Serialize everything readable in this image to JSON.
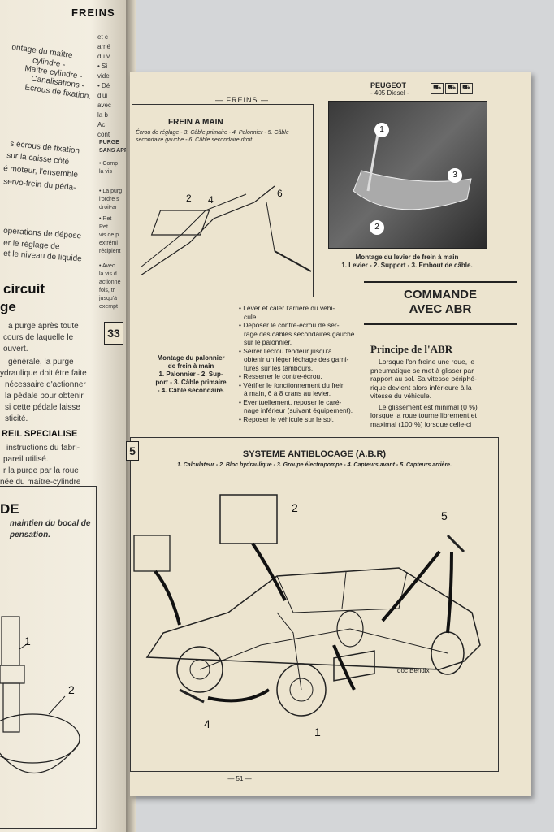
{
  "left_page": {
    "header": "FREINS",
    "lines_top": [
      "ontage du maître",
      "cylindre -",
      "Maître cylindre -",
      "Canalisations -",
      "Ecrous de fixation."
    ],
    "col2_fragments": [
      "et c",
      "arrié",
      "du v",
      "• Si",
      "vide",
      "• Dé",
      "d'ui",
      "avec",
      "la b",
      "Ac",
      "cont"
    ],
    "lines_mid": [
      "s écrous de fixation",
      "sur la caisse côté",
      "é moteur, l'ensemble",
      "servo-frein du péda-",
      "",
      "opérations de dépose",
      "er le réglage de",
      "et le niveau de liquide"
    ],
    "col2_mid": [
      "PURGE",
      "SANS APP",
      "• Comp",
      "la vis",
      "• La purg",
      "l'ordre s",
      "droit-ar",
      "• Ret",
      "Ret",
      "vis de p",
      "extrémi",
      "récipient",
      "• Avec",
      "la vis d",
      "actionne",
      "fois, tr",
      "jusqu'à",
      "exempt"
    ],
    "section_heading_1": "circuit",
    "section_heading_2": "ge",
    "lines_purge": [
      "a purge après toute",
      "cours de laquelle le",
      "ouvert.",
      "",
      "générale, la purge",
      "ydraulique doit être faite",
      "nécessaire d'actionner",
      "la pédale pour obtenir",
      "si cette pédale laisse",
      "sticité."
    ],
    "subheading": "REIL SPECIALISE",
    "lines_special": [
      "instructions du fabri-",
      "pareil utilisé.",
      "r la purge par la roue",
      "née du maître-cylindre"
    ],
    "box_heading": "DE",
    "box_text": [
      "maintien du bocal de",
      "pensation."
    ],
    "box_labels": [
      "1",
      "2"
    ]
  },
  "right_page": {
    "header": "— FREINS —",
    "header_right_line1": "PEUGEOT",
    "header_right_line2": "- 405 Diesel -",
    "header_right_icons": [
      "car-icon",
      "car-icon",
      "car-icon"
    ],
    "frein_title": "FREIN A MAIN",
    "frein_caption": [
      "Écrou de réglage - 3. Câble primaire - 4. Palonnier - 5. Câble",
      "secondaire gauche - 6. Câble secondaire droit."
    ],
    "frein_labels": [
      "2",
      "4",
      "6"
    ],
    "fig_number": "33",
    "fig_caption": [
      "Montage du palonnier",
      "de frein à main",
      "1. Palonnier - 2. Sup-",
      "port - 3. Câble primaire",
      "- 4. Câble secondaire."
    ],
    "photo_labels": [
      "1",
      "2",
      "3"
    ],
    "photo_caption": [
      "Montage du levier de frein à main",
      "1. Levier - 2. Support - 3. Embout de câble."
    ],
    "steps": [
      "• Lever et caler l'arrière du véhi-",
      "cule.",
      "• Déposer le contre-écrou de ser-",
      "rage des câbles secondaires gauche",
      "sur le palonnier.",
      "• Serrer l'écrou tendeur jusqu'à",
      "obtenir un léger léchage des garni-",
      "tures sur les tambours.",
      "• Resserrer le contre-écrou.",
      "• Vérifier le fonctionnement du frein",
      "à main, 6 à 8 crans au levier.",
      "• Eventuellement, reposer le caré-",
      "nage inférieur (suivant équipement).",
      "• Reposer le véhicule sur le sol."
    ],
    "commande_title_1": "COMMANDE",
    "commande_title_2": "AVEC ABR",
    "principe_title": "Principe de l'ABR",
    "principe_text": [
      "Lorsque l'on freine une roue, le",
      "pneumatique se met à glisser par",
      "rapport au sol. Sa vitesse périphé-",
      "rique devient alors inférieure à la",
      "vitesse du véhicule.",
      "Le glissement est minimal (0 %)",
      "lorsque la roue tourne librement et",
      "maximal (100 %) lorsque celle-ci"
    ],
    "abr_fig_number": "5",
    "abr_title": "SYSTEME ANTIBLOCAGE (A.B.R)",
    "abr_caption": "1. Calculateur - 2. Bloc hydraulique - 3. Groupe électropompe - 4. Capteurs avant - 5. Capteurs arrière.",
    "abr_labels": [
      "2",
      "5",
      "4",
      "1"
    ],
    "abr_credit": "doc Bendix",
    "page_number": "— 51 —"
  }
}
